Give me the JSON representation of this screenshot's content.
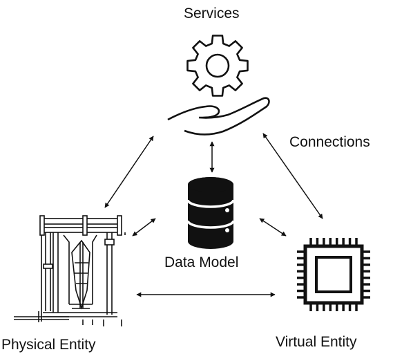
{
  "labels": {
    "services": "Services",
    "connections": "Connections",
    "data_model": "Data Model",
    "physical_entity": "Physical Entity",
    "virtual_entity": "Virtual Entity"
  },
  "icons": {
    "services": "gear-in-hand-icon",
    "data_model": "database-icon",
    "physical_entity": "pipe-machinery-icon",
    "virtual_entity": "cpu-chip-icon"
  },
  "colors": {
    "stroke": "#111111",
    "background": "#ffffff"
  }
}
